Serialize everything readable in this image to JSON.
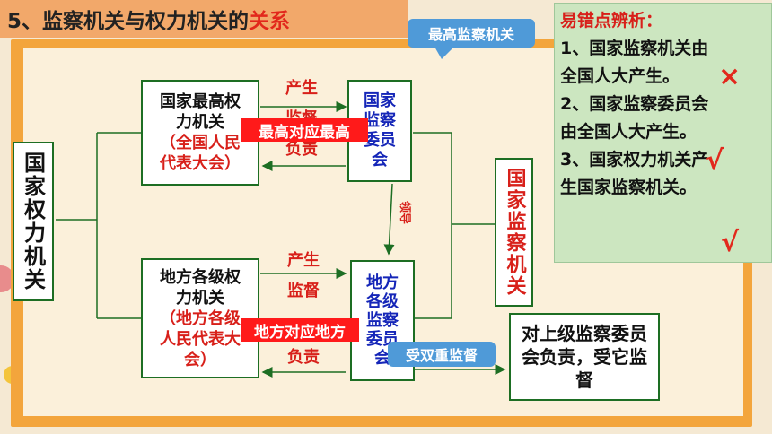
{
  "title": {
    "prefix": "5、监察机关与权力机关的",
    "highlight": "关系"
  },
  "left_root": "国家权力机关",
  "right_root": "国家监察机关",
  "box_national_power": {
    "line1": "国家最高权",
    "line2": "力机关",
    "line3": "（全国人民",
    "line4": "代表大会）"
  },
  "box_local_power": {
    "line1": "地方各级权",
    "line2": "力机关",
    "line3": "（地方各级",
    "line4": "人民代表大",
    "line5": "会）"
  },
  "box_national_super": "国家监察委员会",
  "box_local_super": "地方各级监察委员会",
  "box_responsible": "对上级监察委员会负责，受它监督",
  "labels": {
    "produce": "产生",
    "supervise": "监督",
    "responsible": "负责",
    "lead": "领导"
  },
  "tags": {
    "top": "最高对应最高",
    "local": "地方对应地方"
  },
  "bubbles": {
    "top": "最高监察机关",
    "dual": "受双重监督"
  },
  "panel": {
    "heading": "易错点辨析：",
    "lines": [
      "1、国家监察机关由",
      "全国人大产生。",
      "2、国家监察委员会",
      "由全国人大产生。",
      "3、国家权力机关产",
      "生国家监察机关。"
    ],
    "marks": [
      "×",
      "√",
      "√"
    ]
  },
  "colors": {
    "green": "#1d6e23",
    "red": "#ff1a1a",
    "blue": "#1526b8",
    "bubble": "#4f9ad8"
  }
}
